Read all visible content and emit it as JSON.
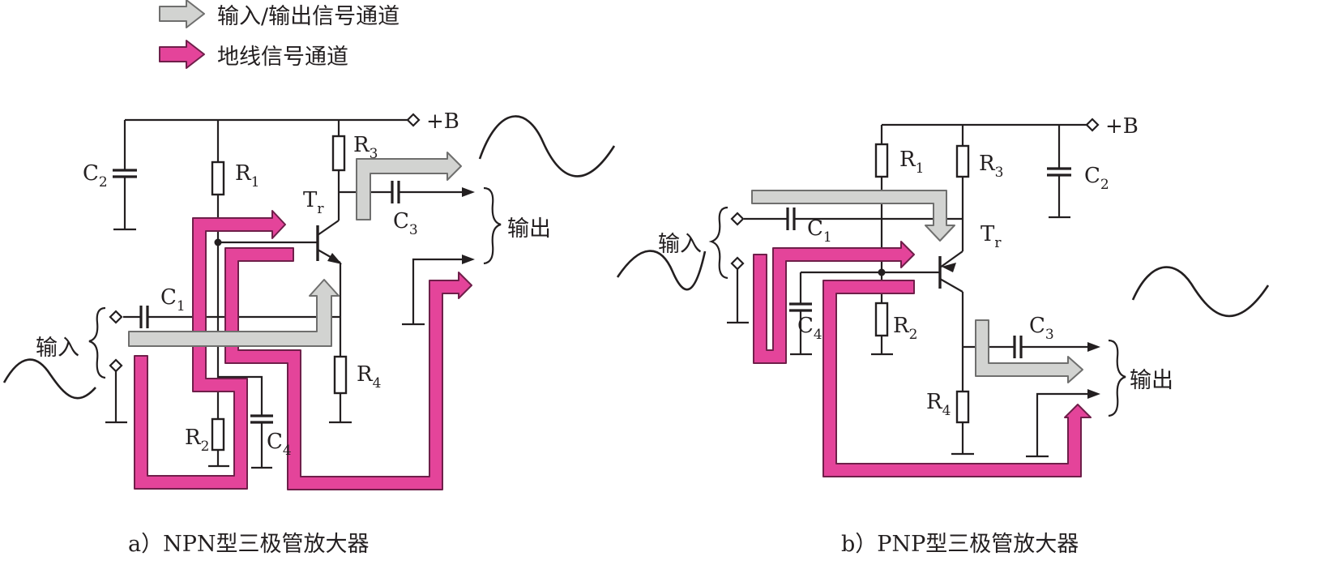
{
  "legend": {
    "signal": "输入/输出信号通道",
    "ground": "地线信号通道",
    "signal_color": "#d2d3d1",
    "ground_color": "#e4449a"
  },
  "npn": {
    "supply": "+B",
    "input": "输入",
    "output": "输出",
    "transistor": {
      "main": "T",
      "sub": "r"
    },
    "R1": {
      "main": "R",
      "sub": "1"
    },
    "R2": {
      "main": "R",
      "sub": "2"
    },
    "R3": {
      "main": "R",
      "sub": "3"
    },
    "R4": {
      "main": "R",
      "sub": "4"
    },
    "C1": {
      "main": "C",
      "sub": "1"
    },
    "C2": {
      "main": "C",
      "sub": "2"
    },
    "C3": {
      "main": "C",
      "sub": "3"
    },
    "C4": {
      "main": "C",
      "sub": "4"
    },
    "caption": "a）NPN型三极管放大器"
  },
  "pnp": {
    "supply": "+B",
    "input": "输入",
    "output": "输出",
    "transistor": {
      "main": "T",
      "sub": "r"
    },
    "R1": {
      "main": "R",
      "sub": "1"
    },
    "R2": {
      "main": "R",
      "sub": "2"
    },
    "R3": {
      "main": "R",
      "sub": "3"
    },
    "R4": {
      "main": "R",
      "sub": "4"
    },
    "C1": {
      "main": "C",
      "sub": "1"
    },
    "C2": {
      "main": "C",
      "sub": "2"
    },
    "C3": {
      "main": "C",
      "sub": "3"
    },
    "C4": {
      "main": "C",
      "sub": "4"
    },
    "caption": "b）PNP型三极管放大器"
  }
}
